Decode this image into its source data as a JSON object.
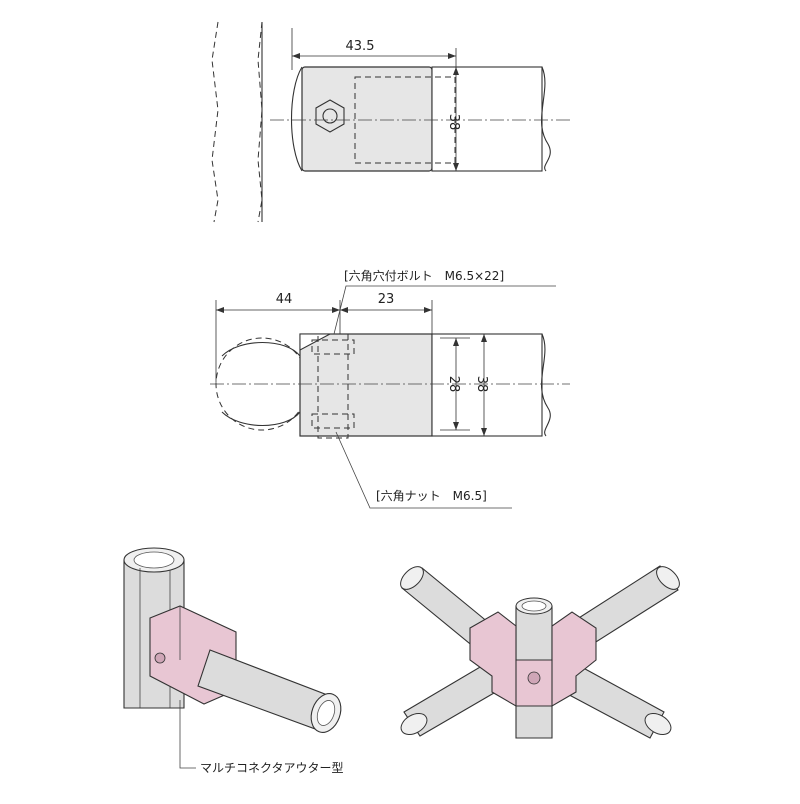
{
  "colors": {
    "connector_pink": "#e8c6d3",
    "pipe_gray": "#dcdcdc",
    "line": "#333333"
  },
  "top_view": {
    "dim_length": "43.5",
    "dim_height": "38"
  },
  "section_view": {
    "dim_a": "44",
    "dim_b": "23",
    "dim_c": "28",
    "dim_d": "38",
    "bolt_label": "[六角穴付ボルト　M6.5×22]",
    "nut_label": "[六角ナット　M6.5]"
  },
  "iso": {
    "type_label": "マルチコネクタアウター型"
  }
}
